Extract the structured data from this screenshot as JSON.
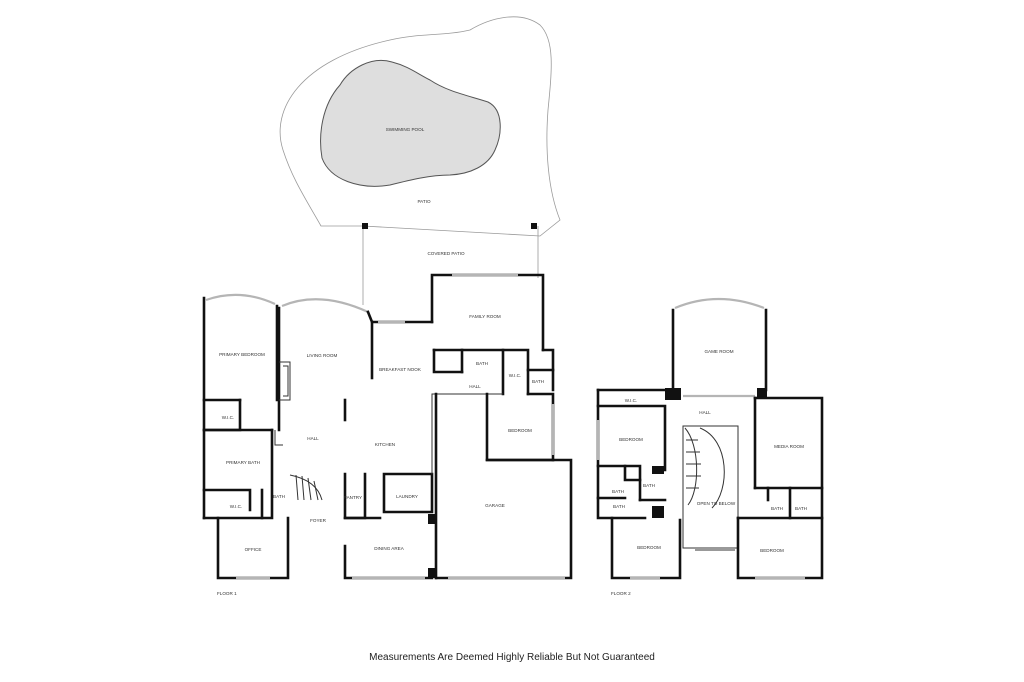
{
  "rooms": {
    "swimming_pool": "SWIMMING POOL",
    "patio": "PATIO",
    "covered_patio": "COVERED PATIO",
    "family_room": "FAMILY ROOM",
    "primary_bedroom": "PRIMARY BEDROOM",
    "living_room": "LIVING ROOM",
    "breakfast_nook": "BREAKFAST NOOK",
    "bath_1": "BATH",
    "wic_1": "W.I.C.",
    "bath_2": "BATH",
    "hall_1": "HALL",
    "wic_2": "W.I.C.",
    "bedroom_1": "BEDROOM",
    "hall_2": "HALL",
    "kitchen": "KITCHEN",
    "primary_bath": "PRIMARY BATH",
    "pantry": "PANTRY",
    "laundry": "LAUNDRY",
    "bath_3": "BATH",
    "wic_3": "W.I.C.",
    "garage": "GARAGE",
    "foyer": "FOYER",
    "office": "OFFICE",
    "dining_area": "DINING AREA",
    "game_room": "GAME ROOM",
    "wic_4": "W.I.C.",
    "hall_3": "HALL",
    "bedroom_2": "BEDROOM",
    "media_room": "MEDIA ROOM",
    "bath_4": "BATH",
    "bath_5": "BATH",
    "bath_6": "BATH",
    "open_to_below": "OPEN TO BELOW",
    "bath_7": "BATH",
    "bath_8": "BATH",
    "bedroom_3": "BEDROOM",
    "bedroom_4": "BEDROOM"
  },
  "floors": {
    "floor_1": "FLOOR 1",
    "floor_2": "FLOOR 2"
  },
  "disclaimer": "Measurements Are Deemed Highly Reliable But Not Guaranteed"
}
